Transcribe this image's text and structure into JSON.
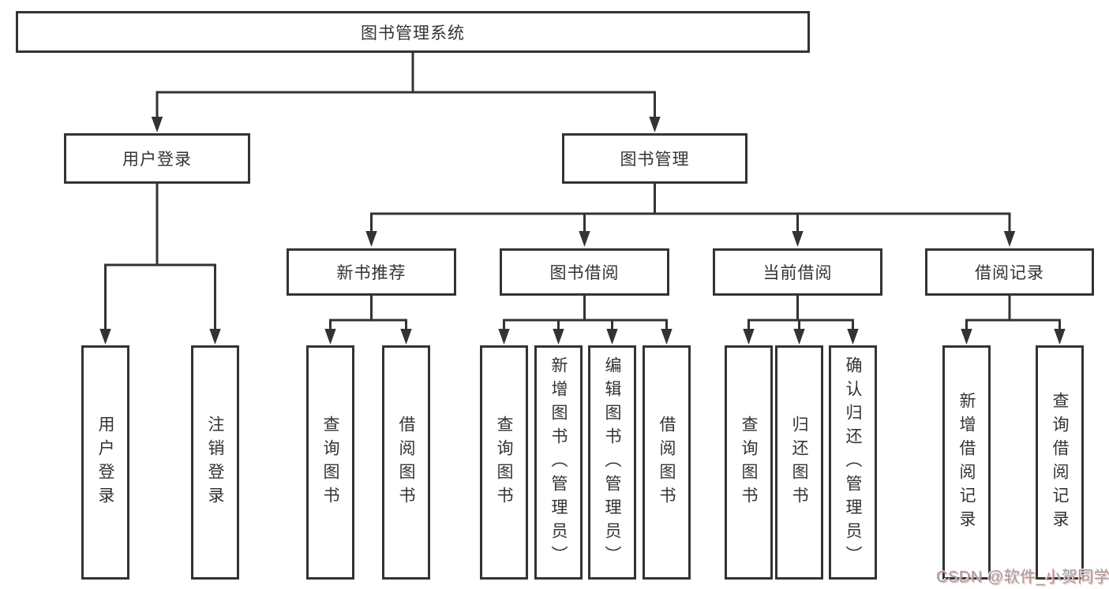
{
  "diagram": {
    "root": {
      "label": "图书管理系统"
    },
    "level2": [
      {
        "label": "用户登录"
      },
      {
        "label": "图书管理"
      }
    ],
    "level3": [
      {
        "label": "新书推荐"
      },
      {
        "label": "图书借阅"
      },
      {
        "label": "当前借阅"
      },
      {
        "label": "借阅记录"
      }
    ],
    "leaves": {
      "user_login": [
        {
          "label": "用户登录"
        },
        {
          "label": "注销登录"
        }
      ],
      "new_book": [
        {
          "label": "查询图书"
        },
        {
          "label": "借阅图书"
        }
      ],
      "book_borrow": [
        {
          "label": "查询图书"
        },
        {
          "label": "新增图书（管理员）"
        },
        {
          "label": "编辑图书（管理员）"
        },
        {
          "label": "借阅图书"
        }
      ],
      "current_borrow": [
        {
          "label": "查询图书"
        },
        {
          "label": "归还图书"
        },
        {
          "label": "确认归还（管理员）"
        }
      ],
      "records": [
        {
          "label": "新增借阅记录"
        },
        {
          "label": "查询借阅记录"
        }
      ]
    },
    "watermark": "CSDN @软件_小贺同学",
    "colors": {
      "line": "#333333",
      "box_border": "#333333",
      "box_fill": "#ffffff",
      "text": "#333333",
      "watermark": "#9c9c9c",
      "background": "#ffffff"
    }
  }
}
